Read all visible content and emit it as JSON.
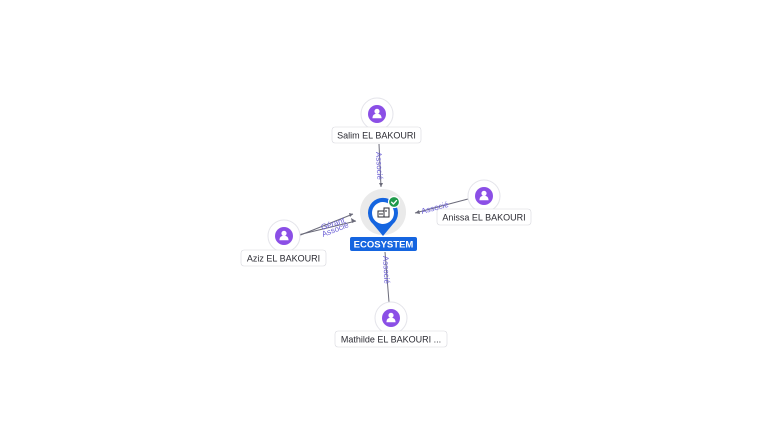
{
  "company": {
    "name": "ECOSYSTEM",
    "icon": "building-icon",
    "status_icon": "verified-check-icon",
    "colors": {
      "pin": "#1565e0",
      "check": "#1f9a4a"
    }
  },
  "people": [
    {
      "id": "salim",
      "name": "Salim EL BAKOURI",
      "icon": "person-icon",
      "relations": [
        "Associé"
      ]
    },
    {
      "id": "anissa",
      "name": "Anissa EL BAKOURI",
      "icon": "person-icon",
      "relations": [
        "Associé"
      ]
    },
    {
      "id": "aziz",
      "name": "Aziz EL BAKOURI",
      "icon": "person-icon",
      "relations": [
        "Gérant",
        "Associé"
      ]
    },
    {
      "id": "mathilde",
      "name": "Mathilde EL BAKOURI ...",
      "icon": "person-icon",
      "relations": [
        "Associé"
      ]
    }
  ],
  "colors": {
    "person_accent": "#8b4fe6",
    "relation_label": "#6b5fd6"
  }
}
